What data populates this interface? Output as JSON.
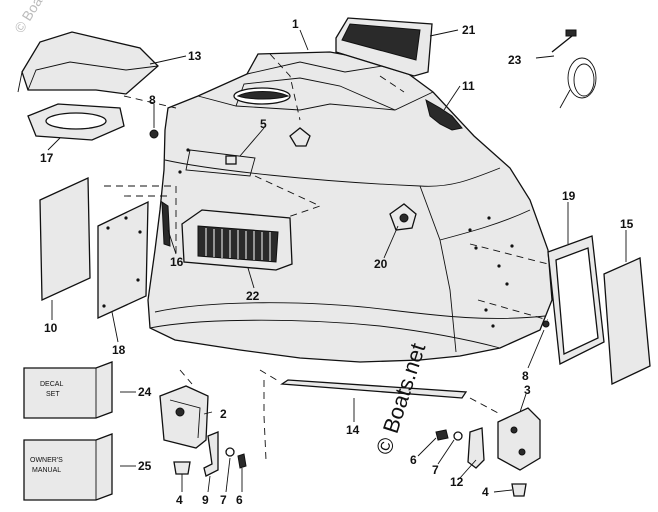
{
  "callouts": {
    "c1": "1",
    "c2": "2",
    "c3": "3",
    "c4a": "4",
    "c4b": "4",
    "c5": "5",
    "c6a": "6",
    "c6b": "6",
    "c7a": "7",
    "c7b": "7",
    "c8a": "8",
    "c8b": "8",
    "c9": "9",
    "c10": "10",
    "c11": "11",
    "c12": "12",
    "c13": "13",
    "c14": "14",
    "c15": "15",
    "c16": "16",
    "c17": "17",
    "c18": "18",
    "c19": "19",
    "c20": "20",
    "c21": "21",
    "c22": "22",
    "c23": "23",
    "c24": "24",
    "c25": "25"
  },
  "boxes": {
    "decal_line1": "DECAL",
    "decal_line2": "SET",
    "manual_line1": "OWNER'S",
    "manual_line2": "MANUAL"
  },
  "watermark": {
    "main": "© Boats.net",
    "corner": "© Boats.net"
  }
}
